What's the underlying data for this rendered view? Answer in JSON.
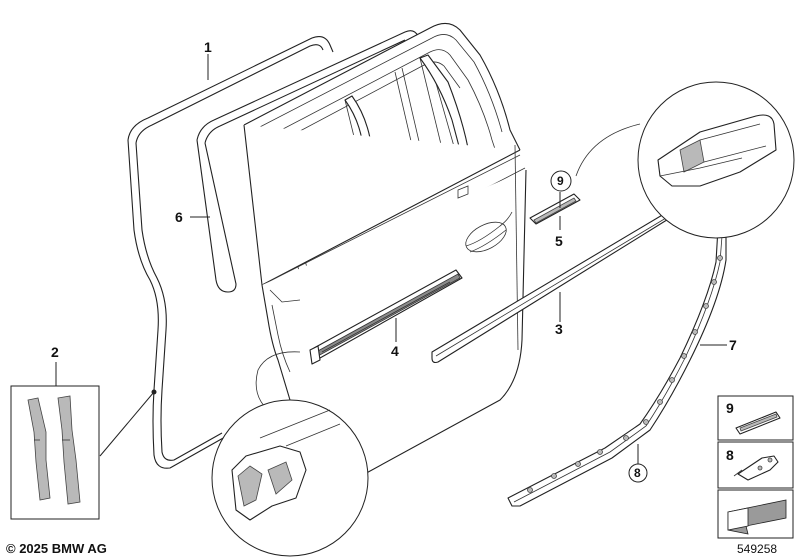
{
  "labels": {
    "l1": "1",
    "l2": "2",
    "l3": "3",
    "l4": "4",
    "l5": "5",
    "l6": "6",
    "l7": "7",
    "l8": "8",
    "l9": "9"
  },
  "legend": {
    "item9": "9",
    "item8": "8"
  },
  "footer": {
    "copyright": "© 2025 BMW AG",
    "diagram_number": "549258"
  }
}
